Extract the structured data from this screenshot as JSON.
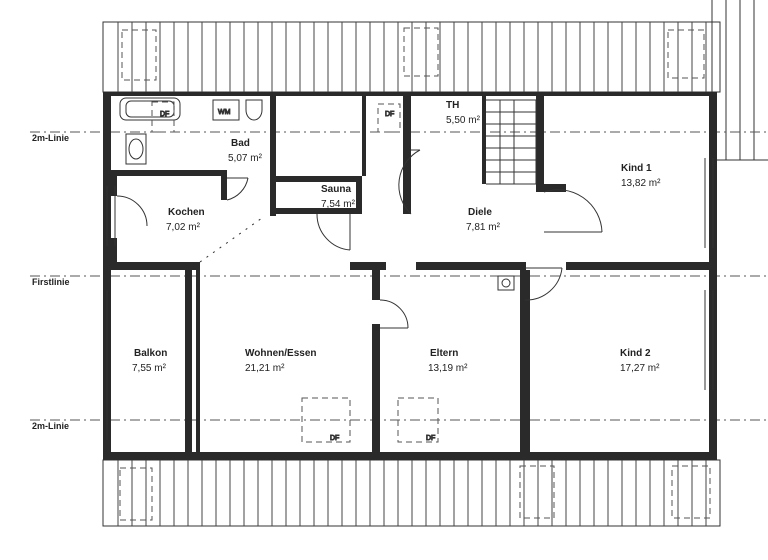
{
  "lines": {
    "top_2m": "2m-Linie",
    "firstlinie": "Firstlinie",
    "bottom_2m": "2m-Linie"
  },
  "rooms": {
    "bad": {
      "name": "Bad",
      "area": "5,07 m²"
    },
    "th": {
      "name": "TH",
      "area": "5,50 m²"
    },
    "kind1": {
      "name": "Kind 1",
      "area": "13,82 m²"
    },
    "sauna": {
      "name": "Sauna",
      "area": "7,54 m²"
    },
    "kochen": {
      "name": "Kochen",
      "area": "7,02 m²"
    },
    "diele": {
      "name": "Diele",
      "area": "7,81 m²"
    },
    "balkon": {
      "name": "Balkon",
      "area": "7,55 m²"
    },
    "wohnen": {
      "name": "Wohnen/Essen",
      "area": "21,21 m²"
    },
    "eltern": {
      "name": "Eltern",
      "area": "13,19 m²"
    },
    "kind2": {
      "name": "Kind 2",
      "area": "17,27 m²"
    }
  },
  "fixtures": {
    "wm": "WM",
    "df": "DF"
  }
}
